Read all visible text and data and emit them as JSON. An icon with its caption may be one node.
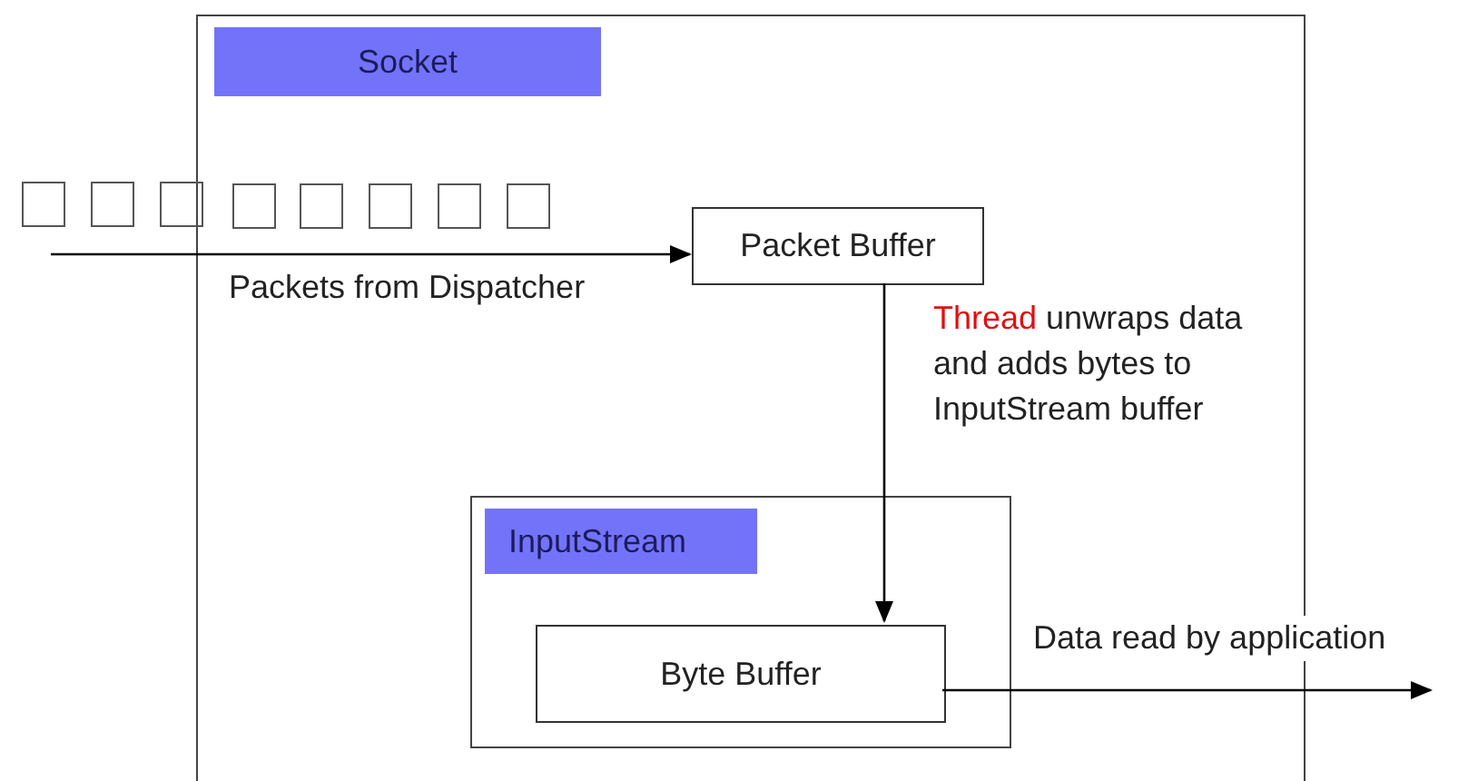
{
  "diagram": {
    "nodes": [
      {
        "text": [
          "Socket"
        ]
      },
      {
        "text": [
          "Packet Buffer"
        ],
        "in": 0
      },
      {
        "text": [
          "InputStream"
        ],
        "in": 0
      },
      {
        "text": [
          "Byte Buffer"
        ],
        "in": 2
      },
      {
        "text": [],
        "shape": "box"
      },
      {
        "text": [],
        "shape": "box"
      },
      {
        "text": [],
        "shape": "box"
      },
      {
        "text": [],
        "shape": "box",
        "in": 0
      },
      {
        "text": [],
        "shape": "box",
        "in": 0
      },
      {
        "text": [],
        "shape": "box",
        "in": 0
      },
      {
        "text": [],
        "shape": "box",
        "in": 0
      },
      {
        "text": [],
        "shape": "box",
        "in": 0
      }
    ],
    "edges": [
      {
        "from": null,
        "to": 1,
        "arrow": "to",
        "label": "Packets from Dispatcher"
      },
      {
        "from": 1,
        "to": 3,
        "arrow": "to",
        "label": "Thread unwraps data and adds bytes to InputStream buffer"
      },
      {
        "from": 3,
        "to": null,
        "arrow": "to",
        "label": "Data read by application"
      }
    ]
  }
}
